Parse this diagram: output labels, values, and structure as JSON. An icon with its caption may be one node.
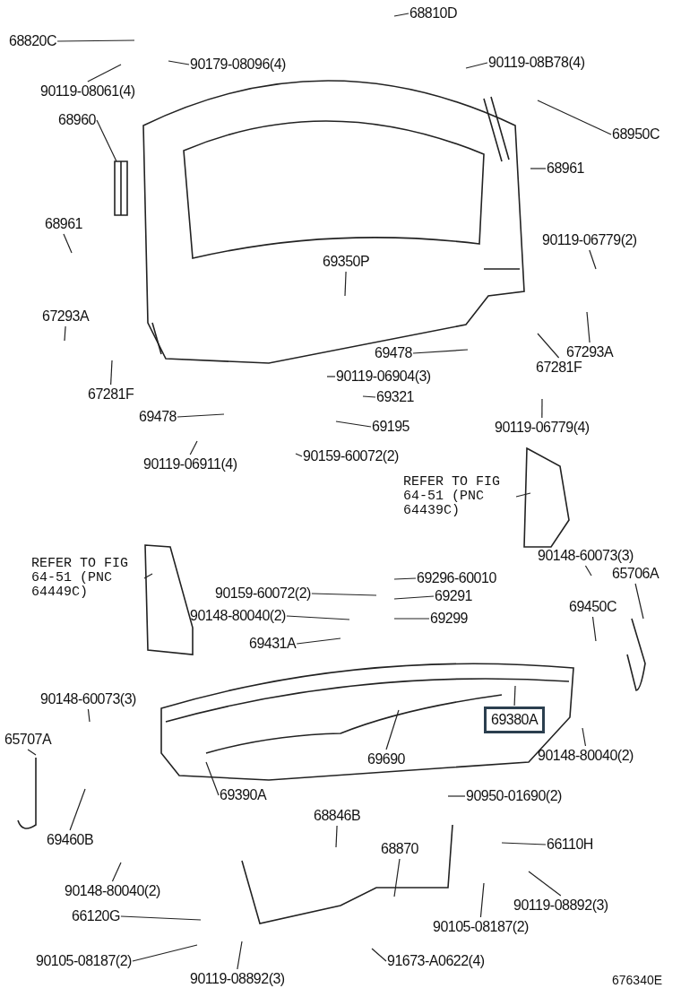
{
  "diagram": {
    "nodes": [
      {
        "text": [
          "68810D"
        ]
      },
      {
        "text": [
          "68820C"
        ]
      },
      {
        "text": [
          "90179-08096(4)"
        ]
      },
      {
        "text": [
          "90119-08061(4)"
        ]
      },
      {
        "text": [
          "90119-08B78(4)"
        ]
      },
      {
        "text": [
          "68960"
        ]
      },
      {
        "text": [
          "68950C"
        ]
      },
      {
        "text": [
          "68961"
        ]
      },
      {
        "text": [
          "68961"
        ]
      },
      {
        "text": [
          "69350P"
        ]
      },
      {
        "text": [
          "90119-06779(2)"
        ]
      },
      {
        "text": [
          "67293A"
        ]
      },
      {
        "text": [
          "67293A"
        ]
      },
      {
        "text": [
          "69478"
        ]
      },
      {
        "text": [
          "67281F"
        ]
      },
      {
        "text": [
          "90119-06904(3)"
        ]
      },
      {
        "text": [
          "67281F"
        ]
      },
      {
        "text": [
          "69321"
        ]
      },
      {
        "text": [
          "69478"
        ]
      },
      {
        "text": [
          "69195"
        ]
      },
      {
        "text": [
          "90119-06779(4)"
        ]
      },
      {
        "text": [
          "90119-06911(4)"
        ]
      },
      {
        "text": [
          "90159-60072(2)"
        ]
      },
      {
        "text": [
          "REFER TO FIG 64-51 (PNC 64439C)"
        ]
      },
      {
        "text": [
          "REFER TO FIG 64-51 (PNC 64449C)"
        ]
      },
      {
        "text": [
          "90148-60073(3)"
        ]
      },
      {
        "text": [
          "69296-60010"
        ]
      },
      {
        "text": [
          "65706A"
        ]
      },
      {
        "text": [
          "90159-60072(2)"
        ]
      },
      {
        "text": [
          "69291"
        ]
      },
      {
        "text": [
          "90148-80040(2)"
        ]
      },
      {
        "text": [
          "69299"
        ]
      },
      {
        "text": [
          "69450C"
        ]
      },
      {
        "text": [
          "69431A"
        ]
      },
      {
        "text": [
          "90148-60073(3)"
        ]
      },
      {
        "text": [
          "69380A"
        ]
      },
      {
        "text": [
          "65707A"
        ]
      },
      {
        "text": [
          "69690"
        ]
      },
      {
        "text": [
          "90148-80040(2)"
        ]
      },
      {
        "text": [
          "69390A"
        ]
      },
      {
        "text": [
          "90950-01690(2)"
        ]
      },
      {
        "text": [
          "68846B"
        ]
      },
      {
        "text": [
          "69460B"
        ]
      },
      {
        "text": [
          "68870"
        ]
      },
      {
        "text": [
          "66110H"
        ]
      },
      {
        "text": [
          "90148-80040(2)"
        ]
      },
      {
        "text": [
          "90119-08892(3)"
        ]
      },
      {
        "text": [
          "66120G"
        ]
      },
      {
        "text": [
          "90105-08187(2)"
        ]
      },
      {
        "text": [
          "90105-08187(2)"
        ]
      },
      {
        "text": [
          "91673-A0622(4)"
        ]
      },
      {
        "text": [
          "90119-08892(3)"
        ]
      }
    ],
    "edges": [
      {
        "from": 0,
        "to": null,
        "arrow": "none"
      },
      {
        "from": 1,
        "to": null,
        "arrow": "none"
      },
      {
        "from": 2,
        "to": null,
        "arrow": "none"
      },
      {
        "from": 3,
        "to": null,
        "arrow": "none"
      },
      {
        "from": 4,
        "to": null,
        "arrow": "none"
      },
      {
        "from": 5,
        "to": null,
        "arrow": "none"
      },
      {
        "from": 6,
        "to": null,
        "arrow": "none"
      },
      {
        "from": 7,
        "to": null,
        "arrow": "none"
      },
      {
        "from": 8,
        "to": null,
        "arrow": "none"
      },
      {
        "from": 9,
        "to": null,
        "arrow": "none"
      },
      {
        "from": 10,
        "to": null,
        "arrow": "none"
      },
      {
        "from": 11,
        "to": null,
        "arrow": "none"
      },
      {
        "from": 12,
        "to": null,
        "arrow": "none"
      },
      {
        "from": 13,
        "to": null,
        "arrow": "none"
      },
      {
        "from": 14,
        "to": null,
        "arrow": "none"
      },
      {
        "from": 15,
        "to": null,
        "arrow": "none"
      },
      {
        "from": 16,
        "to": null,
        "arrow": "none"
      },
      {
        "from": 17,
        "to": null,
        "arrow": "none"
      },
      {
        "from": 18,
        "to": null,
        "arrow": "none"
      },
      {
        "from": 19,
        "to": null,
        "arrow": "none"
      },
      {
        "from": 20,
        "to": null,
        "arrow": "none"
      },
      {
        "from": 21,
        "to": null,
        "arrow": "none"
      },
      {
        "from": 22,
        "to": null,
        "arrow": "none"
      },
      {
        "from": 23,
        "to": null,
        "arrow": "none"
      },
      {
        "from": 24,
        "to": null,
        "arrow": "none"
      },
      {
        "from": 25,
        "to": null,
        "arrow": "none"
      },
      {
        "from": 26,
        "to": null,
        "arrow": "none"
      },
      {
        "from": 27,
        "to": null,
        "arrow": "none"
      },
      {
        "from": 28,
        "to": null,
        "arrow": "none"
      },
      {
        "from": 29,
        "to": null,
        "arrow": "none"
      },
      {
        "from": 30,
        "to": null,
        "arrow": "none"
      },
      {
        "from": 31,
        "to": null,
        "arrow": "none"
      },
      {
        "from": 32,
        "to": null,
        "arrow": "none"
      },
      {
        "from": 33,
        "to": null,
        "arrow": "none"
      },
      {
        "from": 34,
        "to": null,
        "arrow": "none"
      },
      {
        "from": 35,
        "to": null,
        "arrow": "none"
      },
      {
        "from": 36,
        "to": null,
        "arrow": "none"
      },
      {
        "from": 37,
        "to": null,
        "arrow": "none"
      },
      {
        "from": 38,
        "to": null,
        "arrow": "none"
      },
      {
        "from": 39,
        "to": null,
        "arrow": "none"
      },
      {
        "from": 40,
        "to": null,
        "arrow": "none"
      },
      {
        "from": 41,
        "to": null,
        "arrow": "none"
      },
      {
        "from": 42,
        "to": null,
        "arrow": "none"
      },
      {
        "from": 43,
        "to": null,
        "arrow": "none"
      },
      {
        "from": 44,
        "to": null,
        "arrow": "none"
      },
      {
        "from": 45,
        "to": null,
        "arrow": "none"
      },
      {
        "from": 46,
        "to": null,
        "arrow": "none"
      },
      {
        "from": 47,
        "to": null,
        "arrow": "none"
      },
      {
        "from": 48,
        "to": null,
        "arrow": "none"
      },
      {
        "from": 49,
        "to": null,
        "arrow": "none"
      },
      {
        "from": 50,
        "to": null,
        "arrow": "none"
      },
      {
        "from": 51,
        "to": null,
        "arrow": "none"
      }
    ],
    "labels": [
      "676340E"
    ]
  }
}
